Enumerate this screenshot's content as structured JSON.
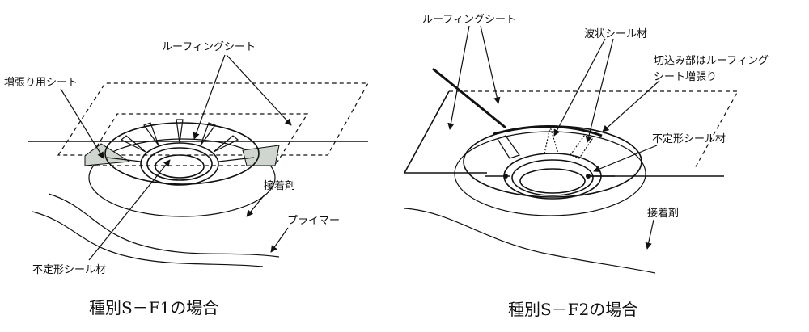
{
  "figures": [
    {
      "caption": "種別S－F1の場合",
      "labels": {
        "roofing_sheet": "ルーフィングシート",
        "reinforcement_sheet": "増張り用シート",
        "adhesive": "接着剤",
        "primer": "プライマー",
        "sealant": "不定形シール材"
      }
    },
    {
      "caption": "種別S－F2の場合",
      "labels": {
        "roofing_sheet": "ルーフィングシート",
        "corrugated_seal": "波状シール材",
        "cut_part_line1": "切込み部はルーフィング",
        "cut_part_line2": "シート増張り",
        "sealant": "不定形シール材",
        "adhesive": "接着剤"
      }
    }
  ]
}
